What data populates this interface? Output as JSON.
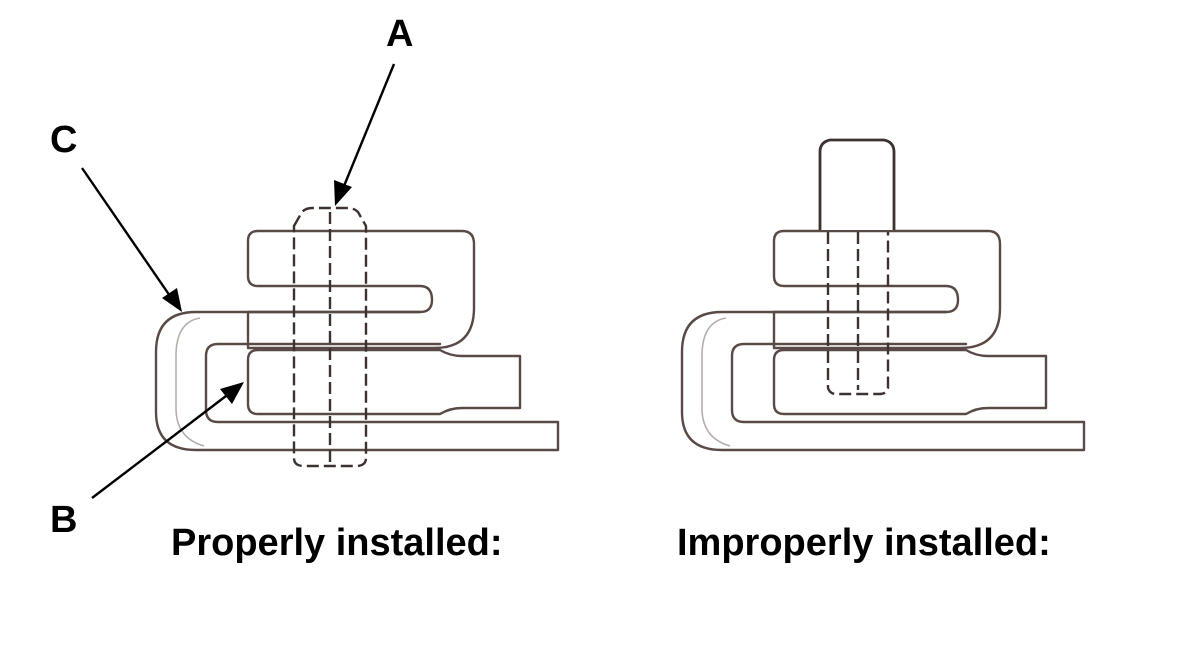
{
  "callouts": {
    "a": "A",
    "b": "B",
    "c": "C"
  },
  "captions": {
    "left": "Properly installed:",
    "right": "Improperly installed:"
  },
  "colors": {
    "outline": "#5a4a46",
    "bolt": "#3e3230",
    "leader": "#000000"
  }
}
